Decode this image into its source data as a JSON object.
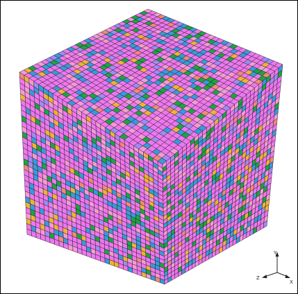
{
  "colors": {
    "background": "#ffffff",
    "frame": "#000000",
    "grid_line": "#1a1a1a",
    "palette": [
      {
        "name": "magenta",
        "hex": "#ee77ee",
        "weight": 55
      },
      {
        "name": "pink",
        "hex": "#f59ad6",
        "weight": 12
      },
      {
        "name": "blue",
        "hex": "#3b9ad9",
        "weight": 12
      },
      {
        "name": "green",
        "hex": "#1fa344",
        "weight": 8
      },
      {
        "name": "lavender",
        "hex": "#9f8cf2",
        "weight": 6
      },
      {
        "name": "orange",
        "hex": "#f0b23a",
        "weight": 4
      },
      {
        "name": "salmon",
        "hex": "#ef8a7a",
        "weight": 3
      }
    ]
  },
  "mesh": {
    "cells_per_edge": 30,
    "faces": [
      "top",
      "left",
      "right"
    ]
  },
  "axes": {
    "y": "Y",
    "z": "Z",
    "x": "X"
  }
}
